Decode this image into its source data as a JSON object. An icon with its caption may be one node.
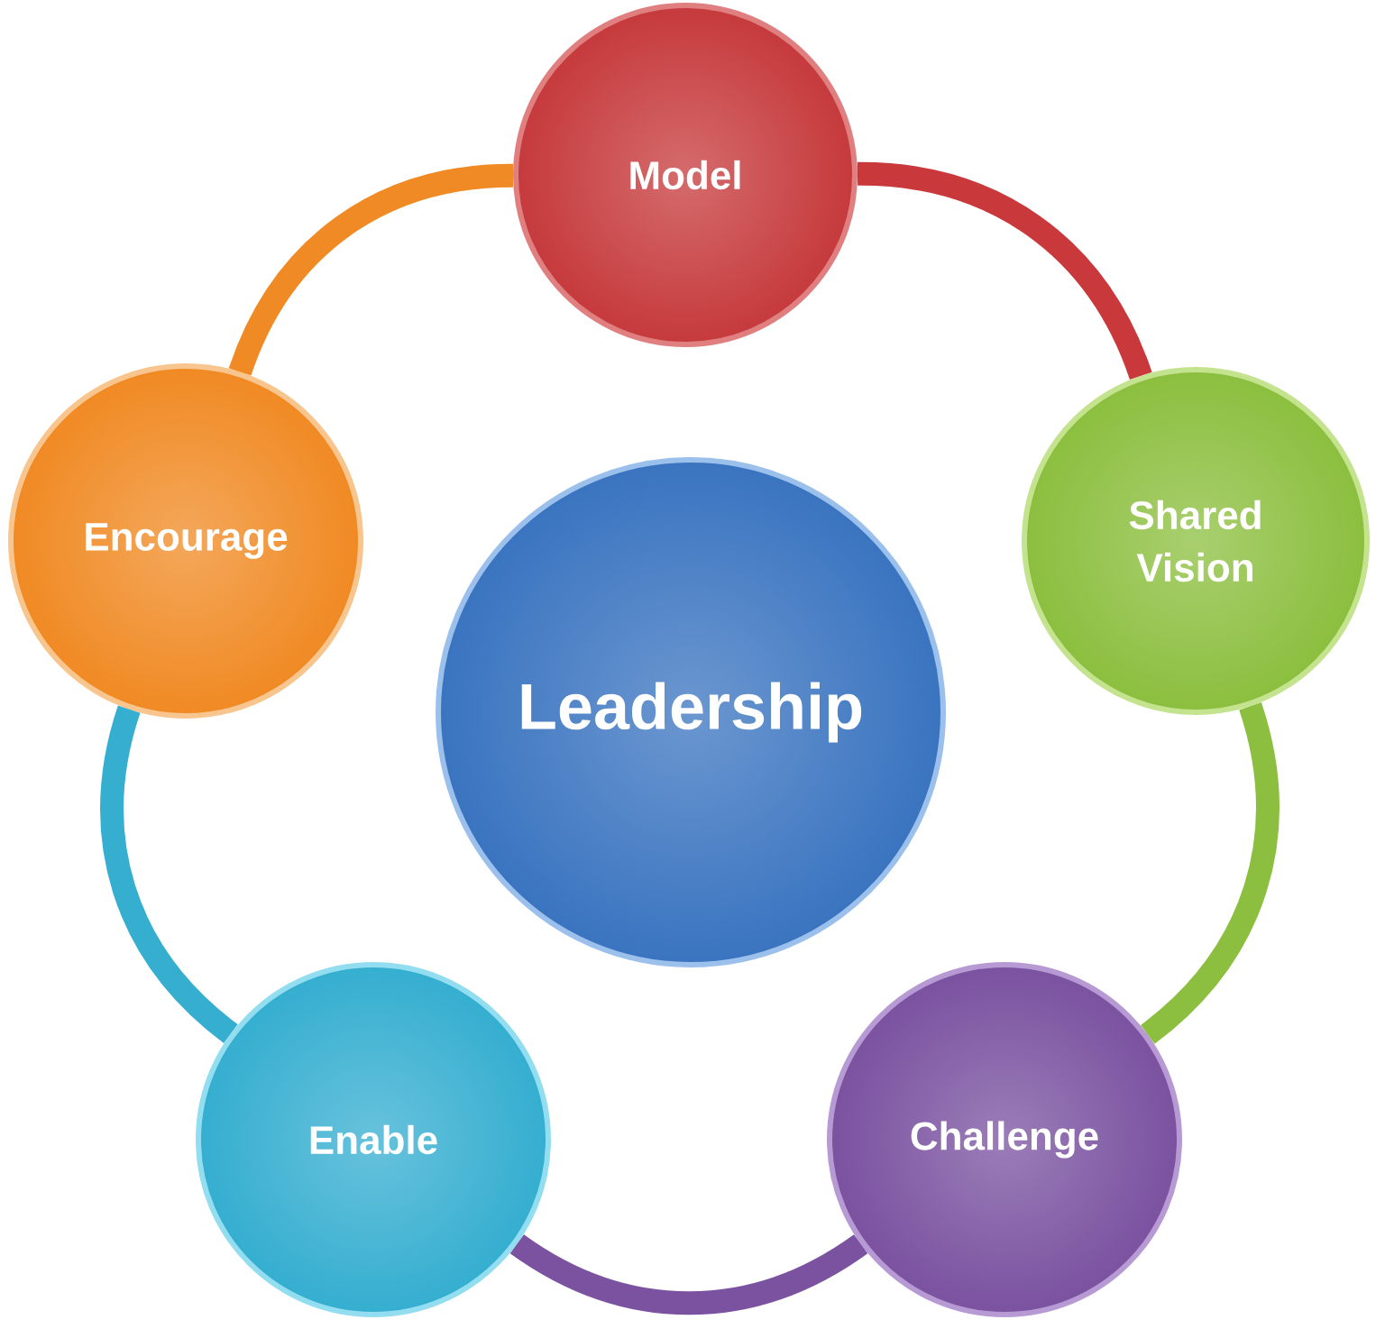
{
  "diagram": {
    "nodes": [
      {
        "text": [
          "Model"
        ]
      },
      {
        "text": [
          "Shared Vision"
        ]
      },
      {
        "text": [
          "Challenge"
        ]
      },
      {
        "text": [
          "Enable"
        ]
      },
      {
        "text": [
          "Encourage"
        ]
      },
      {
        "text": [
          "Leadership"
        ]
      }
    ],
    "edges": [
      {
        "from": 0,
        "to": 1,
        "arrow": "none",
        "color": "#c9393b"
      },
      {
        "from": 1,
        "to": 2,
        "arrow": "none",
        "color": "#8cbf3f"
      },
      {
        "from": 2,
        "to": 3,
        "arrow": "none",
        "color": "#7a52a0"
      },
      {
        "from": 3,
        "to": 4,
        "arrow": "none",
        "color": "#35aed0"
      },
      {
        "from": 4,
        "to": 0,
        "arrow": "none",
        "color": "#f08a24"
      }
    ]
  }
}
